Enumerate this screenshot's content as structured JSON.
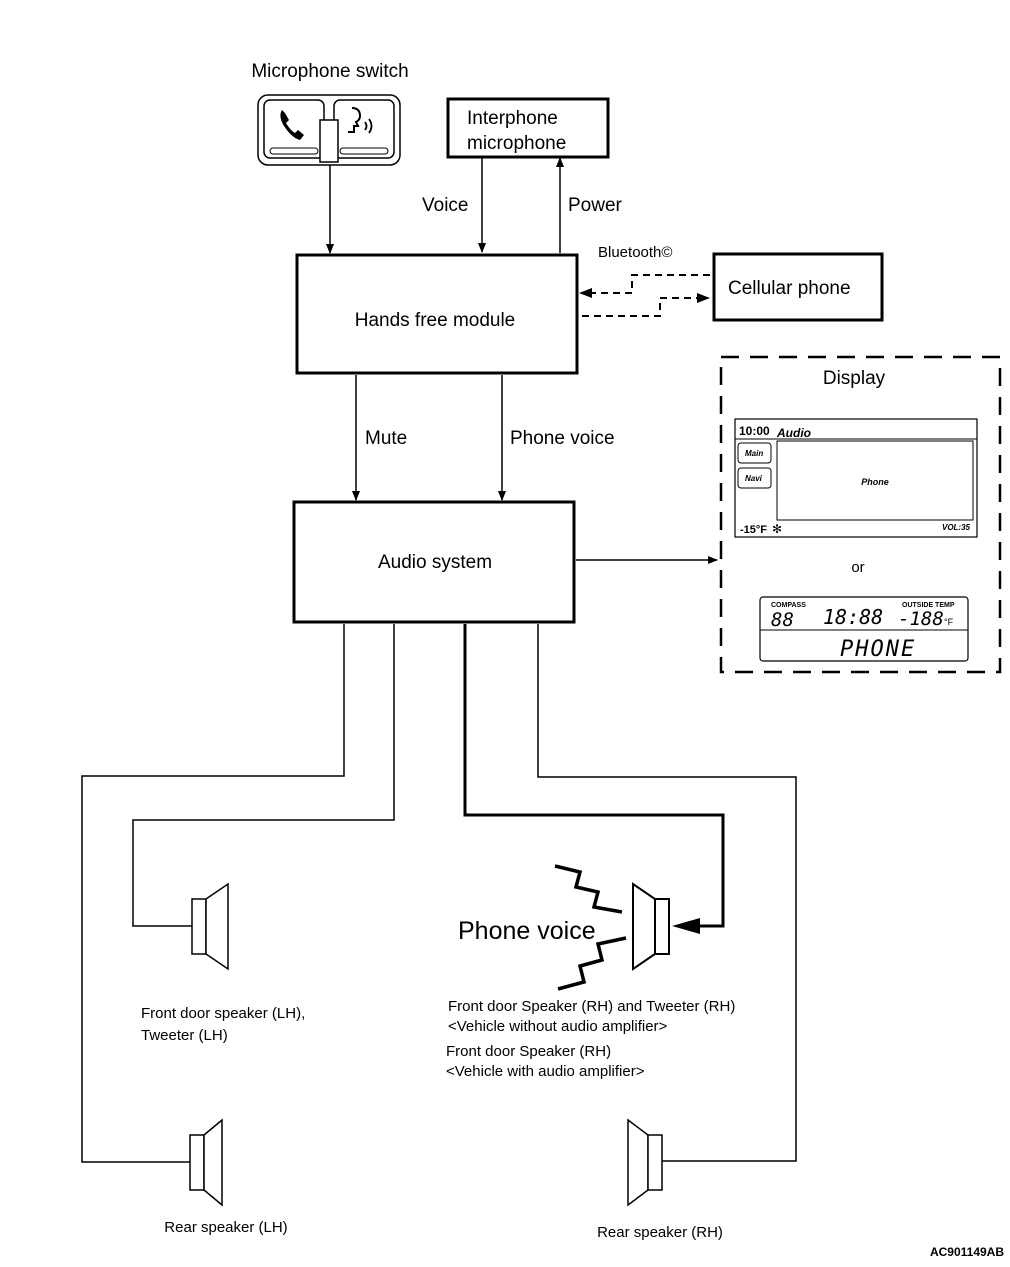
{
  "labels": {
    "mic_switch": "Microphone switch",
    "interphone_line1": "Interphone",
    "interphone_line2": "microphone",
    "voice": "Voice",
    "power": "Power",
    "bluetooth": "Bluetooth©",
    "cellular_phone": "Cellular phone",
    "hands_free_module": "Hands free module",
    "mute": "Mute",
    "phone_voice_wire": "Phone voice",
    "audio_system": "Audio system",
    "display": "Display",
    "or": "or",
    "phone_voice_big": "Phone voice",
    "front_lh_line1": "Front door speaker (LH),",
    "front_lh_line2": "Tweeter (LH)",
    "front_rh_line1": "Front door Speaker (RH) and Tweeter (RH)",
    "front_rh_line2": "<Vehicle without audio amplifier>",
    "front_rh_line3": "Front door Speaker (RH)",
    "front_rh_line4": "<Vehicle with audio amplifier>",
    "rear_lh": "Rear speaker (LH)",
    "rear_rh": "Rear speaker (RH)",
    "figure_code": "AC901149AB"
  },
  "screen1": {
    "time": "10:00",
    "title": "Audio",
    "btn_main": "Main",
    "btn_navi": "Navi",
    "content": "Phone",
    "temp": "-15°F",
    "vol": "VOL:35"
  },
  "screen2": {
    "compass_label": "COMPASS",
    "compass_value": "88",
    "clock": "18:88",
    "outside_label": "OUTSIDE TEMP",
    "outside_value": "-188",
    "unit": "°F",
    "message": "PHONE"
  }
}
